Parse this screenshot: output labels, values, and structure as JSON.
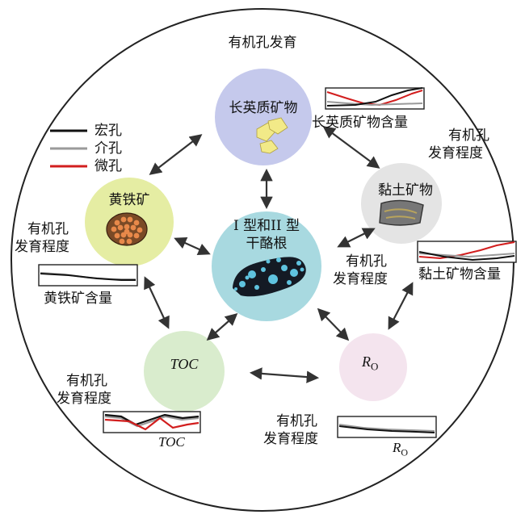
{
  "title": "有机孔发育",
  "colors": {
    "macro": "#111111",
    "meso": "#9a9a9a",
    "micro": "#d21e1e",
    "quartz_bg": "#c5c9ec",
    "clay_bg": "#e4e4e4",
    "pyrite_bg": "#e5eda3",
    "kerogen_bg": "#a8d9e0",
    "toc_bg": "#d9eccd",
    "ro_bg": "#f4e4ee"
  },
  "legend": [
    {
      "label": "宏孔",
      "series": "macro"
    },
    {
      "label": "介孔",
      "series": "meso"
    },
    {
      "label": "微孔",
      "series": "micro"
    }
  ],
  "nodes": {
    "quartz": "长英质矿物",
    "clay": "黏土矿物",
    "pyrite": "黄铁矿",
    "kerogen_line1": "I 型和II 型",
    "kerogen_line2": "干酪根",
    "toc": "TOC",
    "ro_main": "R",
    "ro_sub": "O"
  },
  "labels": {
    "quartz_content": "长英质矿物含量",
    "clay_content": "黏土矿物含量",
    "pyrite_content": "黄铁矿含量",
    "toc_axis": "TOC",
    "ro_axis_main": "R",
    "ro_axis_sub": "O",
    "pore_dev_line1": "有机孔",
    "pore_dev_line2": "发育程度"
  }
}
